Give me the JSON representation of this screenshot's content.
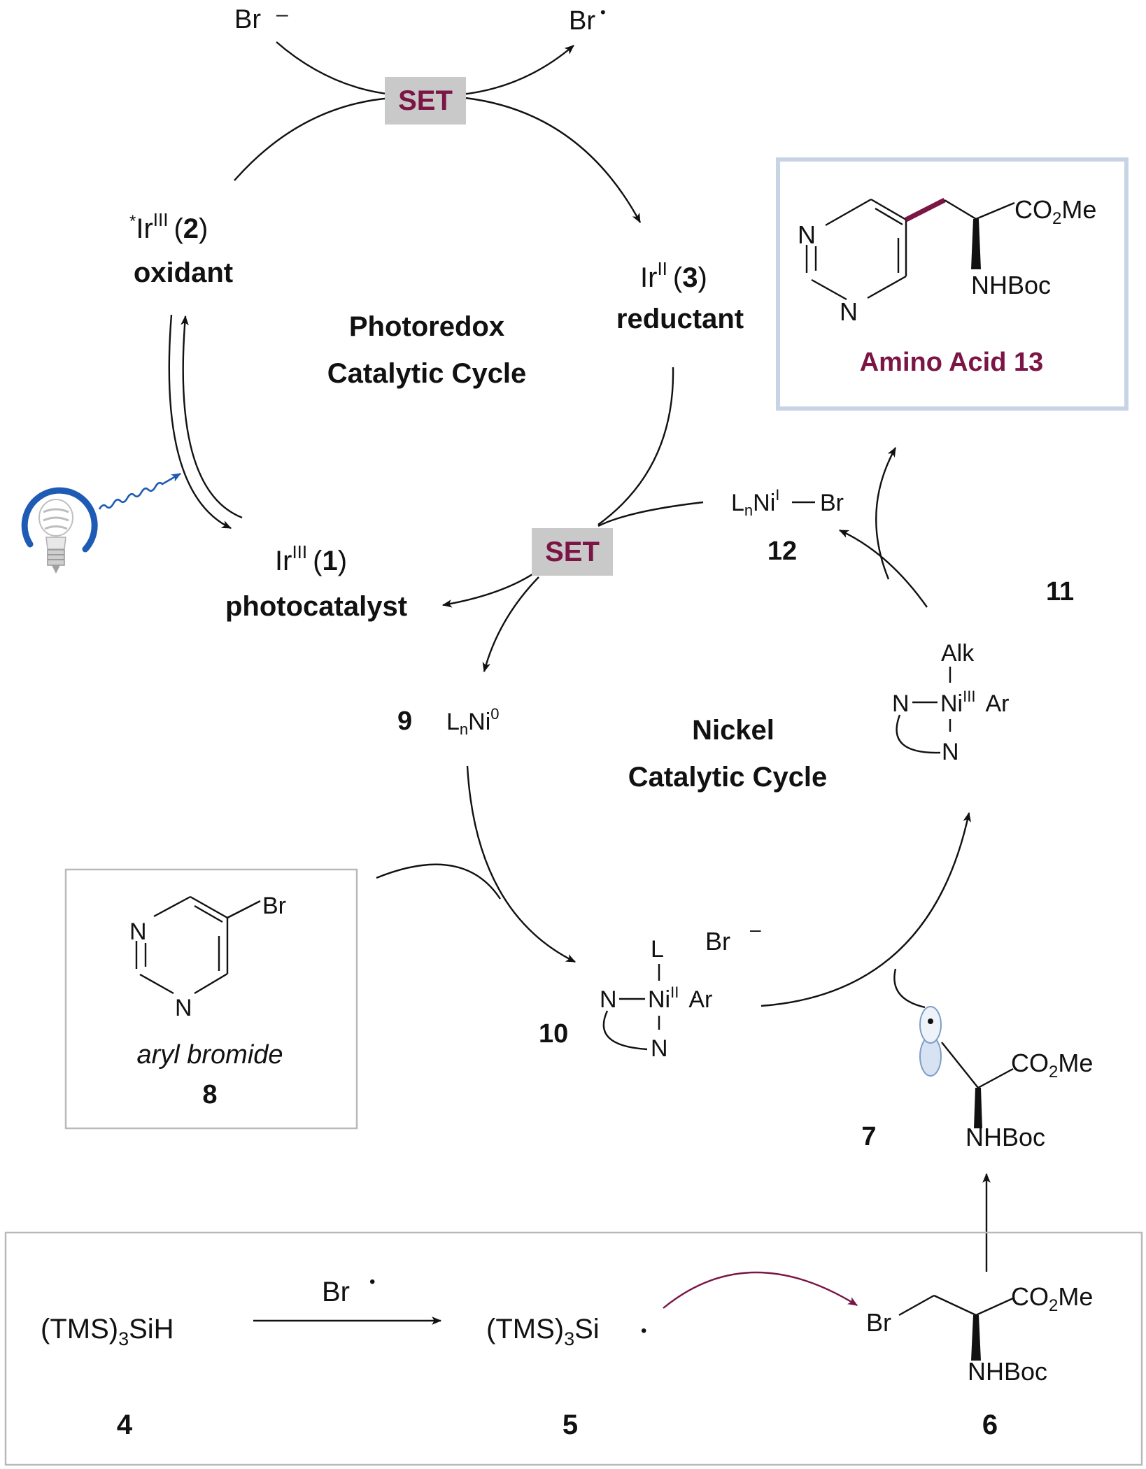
{
  "colors": {
    "set_box": "#c9c9c9",
    "accent": "#7a1545",
    "product_frame": "#c8d4e6",
    "light_blue": "#1e5bb5",
    "box_frame": "#b9b9b9"
  },
  "photoredox": {
    "title_line1": "Photoredox",
    "title_line2": "Catalytic Cycle",
    "set_top": "SET",
    "set_bottom": "SET",
    "br_minus": "Br",
    "br_minus_charge": "–",
    "br_radical": "Br",
    "br_radical_dot": "•",
    "ir_excited": {
      "star": "*",
      "metal": "Ir",
      "ox": "III",
      "num_open": "(",
      "num": "2",
      "num_close": ")",
      "role": "oxidant"
    },
    "ir_reduced": {
      "metal": "Ir",
      "ox": "II",
      "num_open": "(",
      "num": "3",
      "num_close": ")",
      "role": "reductant"
    },
    "ir_ground": {
      "metal": "Ir",
      "ox": "III",
      "num_open": "(",
      "num": "1",
      "num_close": ")",
      "role": "photocatalyst"
    },
    "light_icon": "lightbulb-icon"
  },
  "product": {
    "n_top": "N",
    "n_bottom": "N",
    "ester": "CO",
    "ester_sub": "2",
    "ester_end": "Me",
    "amine": "NHBoc",
    "label": "Amino Acid 13"
  },
  "nickel": {
    "title_line1": "Nickel",
    "title_line2": "Catalytic Cycle",
    "ni0": {
      "label": "9",
      "l": "L",
      "n": "n",
      "ni": "Ni",
      "ox": "0"
    },
    "ni1": {
      "label": "12",
      "l": "L",
      "n": "n",
      "ni": "Ni",
      "ox": "I",
      "br": "Br"
    },
    "ni3": {
      "label": "11",
      "alk": "Alk",
      "n1": "N",
      "ni": "Ni",
      "ox": "III",
      "ar": "Ar",
      "n2": "N"
    },
    "ni2": {
      "label": "10",
      "l": "L",
      "n1": "N",
      "ni": "Ni",
      "ox": "II",
      "ar": "Ar",
      "n2": "N",
      "br": "Br",
      "br_charge": "–"
    }
  },
  "aryl_bromide": {
    "br": "Br",
    "n_top": "N",
    "n_bottom": "N",
    "caption": "aryl bromide",
    "label": "8"
  },
  "radical7": {
    "label": "7",
    "ester": "CO",
    "ester_sub": "2",
    "ester_end": "Me",
    "amine": "NHBoc"
  },
  "bottom": {
    "silane": {
      "pre": "(TMS)",
      "sub": "3",
      "post": "SiH",
      "label": "4"
    },
    "reagent": {
      "br": "Br",
      "dot": "•"
    },
    "silyl": {
      "pre": "(TMS)",
      "sub": "3",
      "post": "Si",
      "dot": "•",
      "label": "5"
    },
    "bromide": {
      "br": "Br",
      "ester": "CO",
      "ester_sub": "2",
      "ester_end": "Me",
      "amine": "NHBoc",
      "label": "6"
    }
  }
}
